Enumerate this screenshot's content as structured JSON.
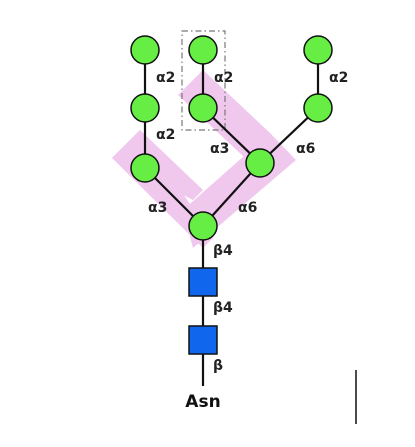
{
  "diagram": {
    "root_label": "Asn",
    "colors": {
      "mannose": "#66ee44",
      "glcnac": "#1166ee",
      "highlight": "#f0c8ee",
      "line": "#111111"
    },
    "icons": {
      "mannose": "green-circle-icon",
      "glcnac": "blue-square-icon"
    },
    "linkages": {
      "asn_to_glcnac1": "β",
      "glcnac1_to_glcnac2": "β4",
      "glcnac2_to_core_man": "β4",
      "core_to_left_branch": "α3",
      "core_to_right_branch": "α6",
      "left_chain_lower": "α2",
      "left_chain_upper": "α2",
      "mid_branch_lower": "α3",
      "mid_branch_upper": "α2",
      "right_branch_lower": "α6",
      "right_branch_upper": "α2"
    }
  }
}
